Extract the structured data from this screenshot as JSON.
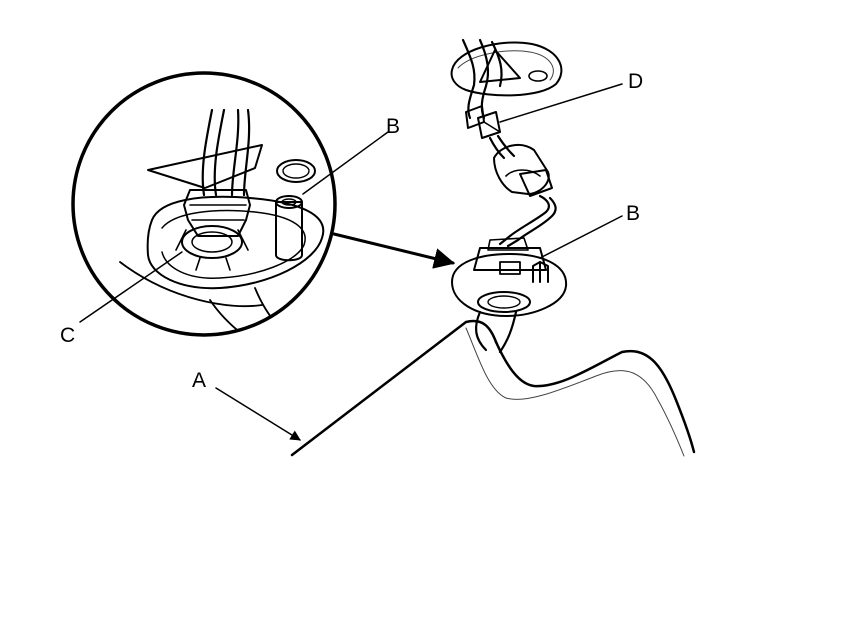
{
  "diagram": {
    "callouts": {
      "a": "A",
      "b_detail": "B",
      "b_main": "B",
      "c": "C",
      "d": "D"
    },
    "colors": {
      "ink": "#000000",
      "paper": "#ffffff",
      "shade": "#f2f2f2"
    }
  }
}
